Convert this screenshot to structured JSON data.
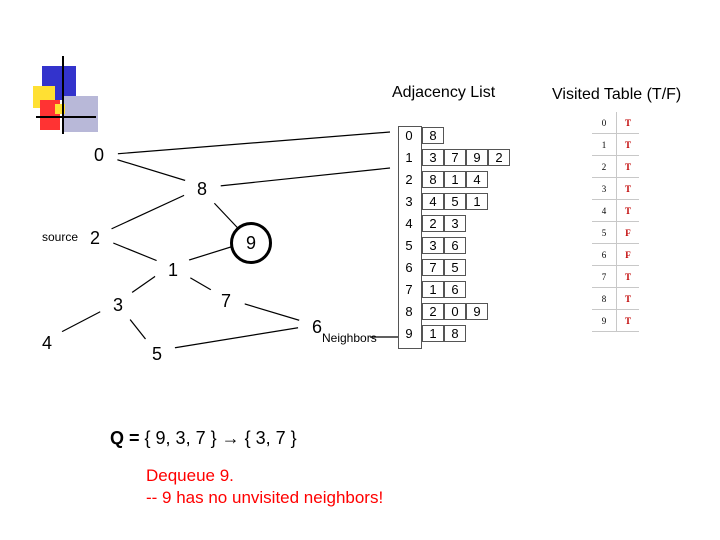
{
  "decor": {
    "blue": "#3333cc",
    "yellow": "#ffe033",
    "red": "#ff3333",
    "gray": "#b8b8d8"
  },
  "titles": {
    "adjacency": "Adjacency List",
    "visited": "Visited Table (T/F)"
  },
  "graph": {
    "nodes": [
      "0",
      "8",
      "2",
      "9",
      "1",
      "3",
      "7",
      "4",
      "5",
      "6"
    ],
    "source_label": "source",
    "neighbors_label": "Neighbors"
  },
  "adjacency": {
    "indices": [
      "0",
      "1",
      "2",
      "3",
      "4",
      "5",
      "6",
      "7",
      "8",
      "9"
    ],
    "lists": [
      [
        "8"
      ],
      [
        "3",
        "7",
        "9",
        "2"
      ],
      [
        "8",
        "1",
        "4"
      ],
      [
        "4",
        "5",
        "1"
      ],
      [
        "2",
        "3"
      ],
      [
        "3",
        "6"
      ],
      [
        "7",
        "5"
      ],
      [
        "1",
        "6"
      ],
      [
        "2",
        "0",
        "9"
      ],
      [
        "1",
        "8"
      ]
    ]
  },
  "visited": [
    {
      "i": "0",
      "v": "T"
    },
    {
      "i": "1",
      "v": "T"
    },
    {
      "i": "2",
      "v": "T"
    },
    {
      "i": "3",
      "v": "T"
    },
    {
      "i": "4",
      "v": "T"
    },
    {
      "i": "5",
      "v": "F"
    },
    {
      "i": "6",
      "v": "F"
    },
    {
      "i": "7",
      "v": "T"
    },
    {
      "i": "8",
      "v": "T"
    },
    {
      "i": "9",
      "v": "T"
    }
  ],
  "queue": {
    "label": "Q =",
    "text": "{ 9, 3, 7 } → { 3, 7 }"
  },
  "dequeue": {
    "line1": "Dequeue 9.",
    "line2": "-- 9 has no unvisited neighbors!"
  }
}
